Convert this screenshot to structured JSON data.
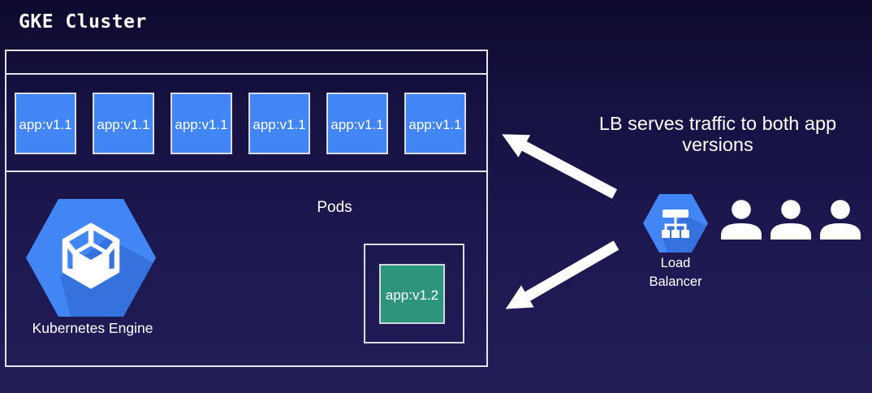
{
  "title": "GKE Cluster",
  "cluster": {
    "pods": [
      "app:v1.1",
      "app:v1.1",
      "app:v1.1",
      "app:v1.1",
      "app:v1.1",
      "app:v1.1"
    ],
    "pods_label": "Pods",
    "new_version_pod": "app:v1.2",
    "engine_label": "Kubernetes Engine"
  },
  "annotation": {
    "text": "LB serves traffic to both app versions"
  },
  "load_balancer": {
    "label": "Load\nBalancer"
  },
  "users": {
    "count": 3
  },
  "icons": {
    "gke": "kubernetes-engine-hexagon-icon",
    "load_balancer": "load-balancer-hexagon-icon",
    "user": "user-silhouette-icon",
    "arrows": [
      "arrow-lb-to-v1-pods",
      "arrow-lb-to-v12-pod"
    ]
  },
  "colors": {
    "background_top": "#0d0a2e",
    "background_bottom": "#221d57",
    "pod_blue": "#4285f4",
    "pod_new_teal": "#2e957d",
    "hexagon_blue": "#4285f4",
    "hexagon_shadow": "#2e63cc",
    "border_light": "#e4e4ee",
    "text": "#ffffff"
  }
}
